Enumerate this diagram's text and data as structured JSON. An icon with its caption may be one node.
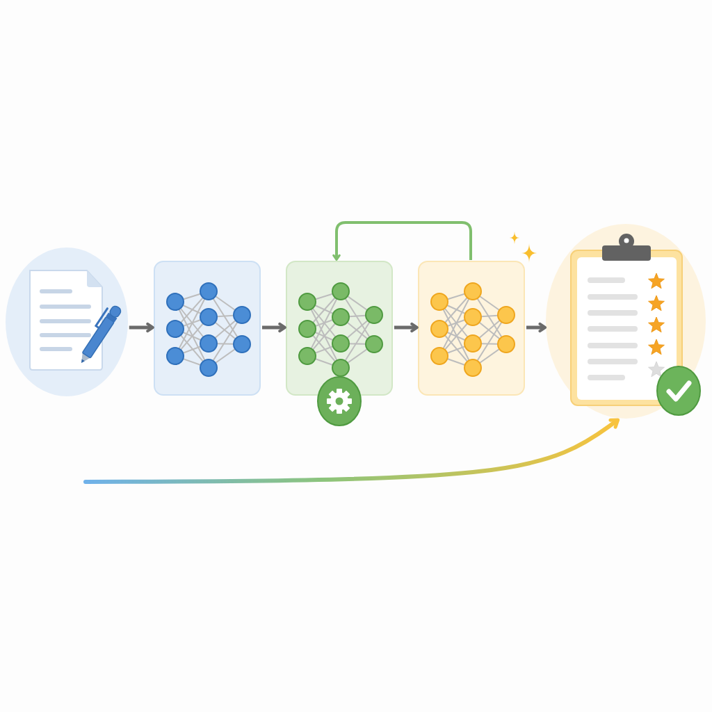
{
  "diagram": {
    "nodes": [
      {
        "text": [],
        "shape": "circle"
      },
      {
        "text": [],
        "shape": "box"
      },
      {
        "text": [],
        "shape": "box"
      },
      {
        "text": [],
        "shape": "box"
      },
      {
        "text": [],
        "shape": "circle"
      }
    ],
    "edges": [
      {
        "from": 0,
        "to": 1,
        "arrow": "to"
      },
      {
        "from": 1,
        "to": 2,
        "arrow": "to"
      },
      {
        "from": 2,
        "to": 3,
        "arrow": "to"
      },
      {
        "from": 3,
        "to": 4,
        "arrow": "to"
      },
      {
        "from": 3,
        "to": 2,
        "arrow": "to",
        "color": "#80bf6e"
      },
      {
        "from": null,
        "to": 4,
        "arrow": "to",
        "color": "#f8c33e"
      }
    ]
  }
}
